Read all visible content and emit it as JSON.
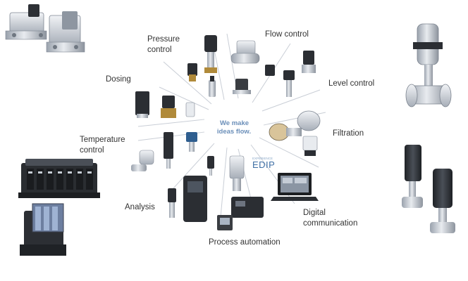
{
  "center": {
    "line1": "We make",
    "line2": "ideas flow."
  },
  "categories": {
    "pressure_control_line1": "Pressure",
    "pressure_control_line2": "control",
    "flow_control": "Flow control",
    "level_control": "Level control",
    "dosing": "Dosing",
    "filtration": "Filtration",
    "temperature_control_line1": "Temperature",
    "temperature_control_line2": "control",
    "analysis": "Analysis",
    "digital_communication_line1": "Digital",
    "digital_communication_line2": "communication",
    "process_automation": "Process automation"
  },
  "edip": {
    "small_text": "EXPERIENCE",
    "main_text": "EDIP"
  },
  "colors": {
    "center_text": "#6b8fb9",
    "edip": "#3f6fa5",
    "ray": "#c9ced6",
    "label_text": "#333333",
    "device_dark": "#2b2e33",
    "device_steel": "#c6ccd4"
  }
}
